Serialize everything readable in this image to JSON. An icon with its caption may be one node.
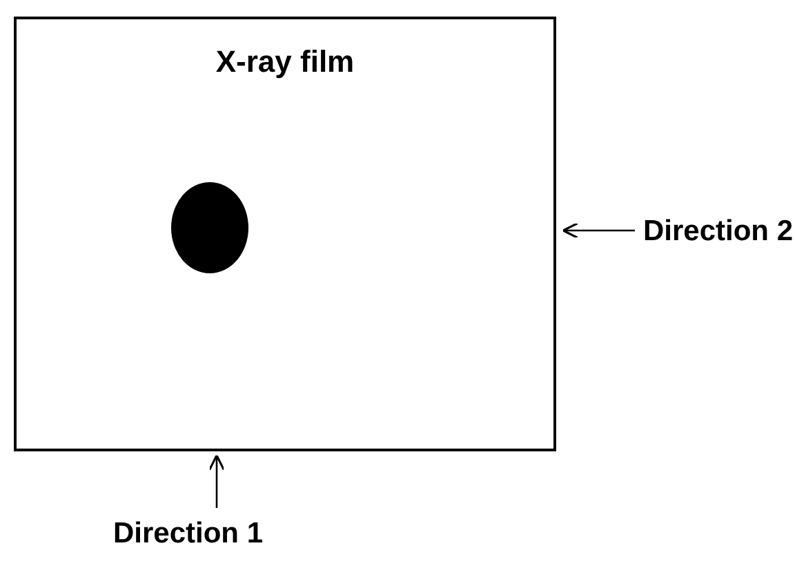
{
  "diagram": {
    "nodes": [
      {
        "text": [
          "X-ray film"
        ]
      },
      {
        "text": [
          "Direction 2"
        ]
      },
      {
        "text": [
          "Direction 1"
        ]
      }
    ],
    "edges": [
      {
        "from": 1,
        "to": 0,
        "arrow": "to"
      },
      {
        "from": 2,
        "to": 0,
        "arrow": "to"
      }
    ]
  }
}
